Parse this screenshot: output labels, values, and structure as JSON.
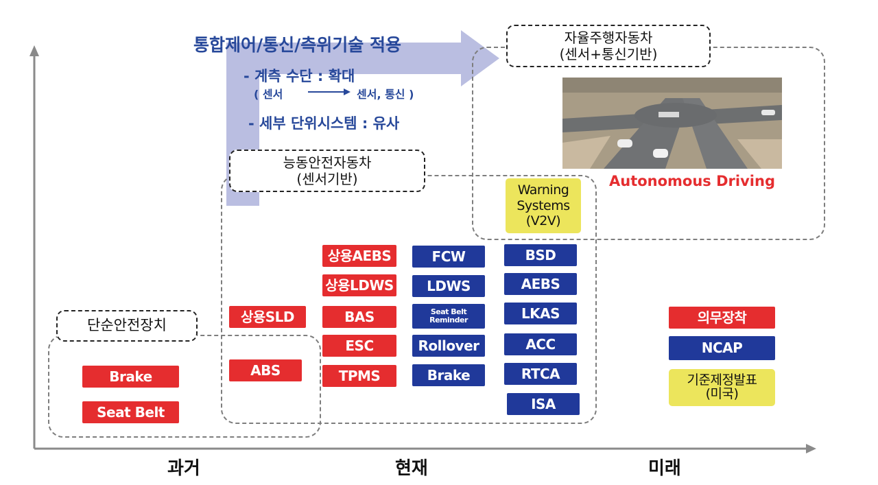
{
  "colors": {
    "red": "#e52d2f",
    "blue": "#20399a",
    "yellow": "#ece55c",
    "arrow": "#aeb3dc",
    "info_text": "#27489a"
  },
  "axis": {
    "past": "과거",
    "present": "현재",
    "future": "미래"
  },
  "info": {
    "heading": "통합제어/통신/측위기술 적용",
    "line1": "- 계측 수단 : 확대",
    "line2_left": "( 센서",
    "line2_right": "센서, 통신 )",
    "line3": "- 세부 단위시스템 : 유사"
  },
  "groups": {
    "simple": "단순안전장치",
    "active_title": "능동안전자동차",
    "active_sub": "(센서기반)",
    "auto_title": "자율주행자동차",
    "auto_sub": "(센서+통신기반)"
  },
  "autonomous_label": "Autonomous Driving",
  "photo_icon": "road-intersection-photo",
  "items": {
    "brake_past": "Brake",
    "seatbelt_past": "Seat Belt",
    "sld": "상용SLD",
    "abs": "ABS",
    "aebs_c": "상용AEBS",
    "ldws_c": "상용LDWS",
    "bas": "BAS",
    "esc": "ESC",
    "tpms": "TPMS",
    "fcw": "FCW",
    "ldws": "LDWS",
    "seatbelt_reminder": "Seat Belt Reminder",
    "rollover": "Rollover",
    "brake_now": "Brake",
    "bsd": "BSD",
    "aebs": "AEBS",
    "lkas": "LKAS",
    "acc": "ACC",
    "rtca": "RTCA",
    "isa": "ISA",
    "warning": "Warning Systems (V2V)"
  },
  "legend": {
    "mandatory": "의무장착",
    "ncap": "NCAP",
    "standard_line1": "기준제정발표",
    "standard_line2": "(미국)"
  }
}
